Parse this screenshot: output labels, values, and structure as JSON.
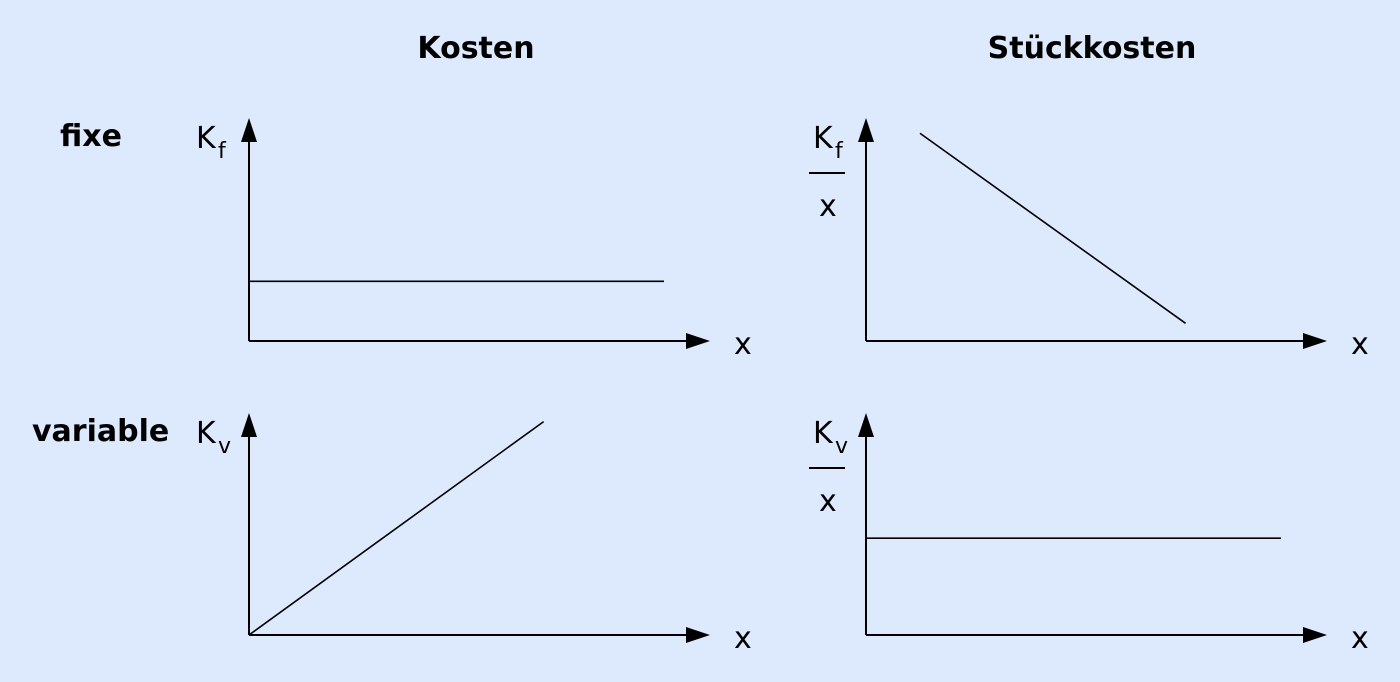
{
  "headers": {
    "col_costs": "Kosten",
    "col_unit_costs": "Stückkosten",
    "row_fixed": "fixe",
    "row_variable": "variable"
  },
  "colors": {
    "background": "#dde9fd",
    "ink": "#000000"
  },
  "chart_data": [
    {
      "type": "line",
      "id": "fixed-total",
      "ylabel_main": "K",
      "ylabel_sub": "f",
      "ylabel_den": "",
      "xlabel": "x",
      "grid": false,
      "series": [
        {
          "x": [
            0,
            1
          ],
          "y": [
            0.27,
            0.27
          ]
        }
      ]
    },
    {
      "type": "line",
      "id": "fixed-unit",
      "ylabel_main": "K",
      "ylabel_sub": "f",
      "ylabel_den": "x",
      "xlabel": "x",
      "grid": false,
      "series": [
        {
          "x": [
            0.13,
            0.77
          ],
          "y": [
            0.94,
            0.08
          ]
        }
      ]
    },
    {
      "type": "line",
      "id": "variable-total",
      "ylabel_main": "K",
      "ylabel_sub": "v",
      "ylabel_den": "",
      "xlabel": "x",
      "grid": false,
      "series": [
        {
          "x": [
            0,
            0.71
          ],
          "y": [
            0,
            0.97
          ]
        }
      ]
    },
    {
      "type": "line",
      "id": "variable-unit",
      "ylabel_main": "K",
      "ylabel_sub": "v",
      "ylabel_den": "x",
      "xlabel": "x",
      "grid": false,
      "series": [
        {
          "x": [
            0,
            1
          ],
          "y": [
            0.44,
            0.44
          ]
        }
      ]
    }
  ]
}
